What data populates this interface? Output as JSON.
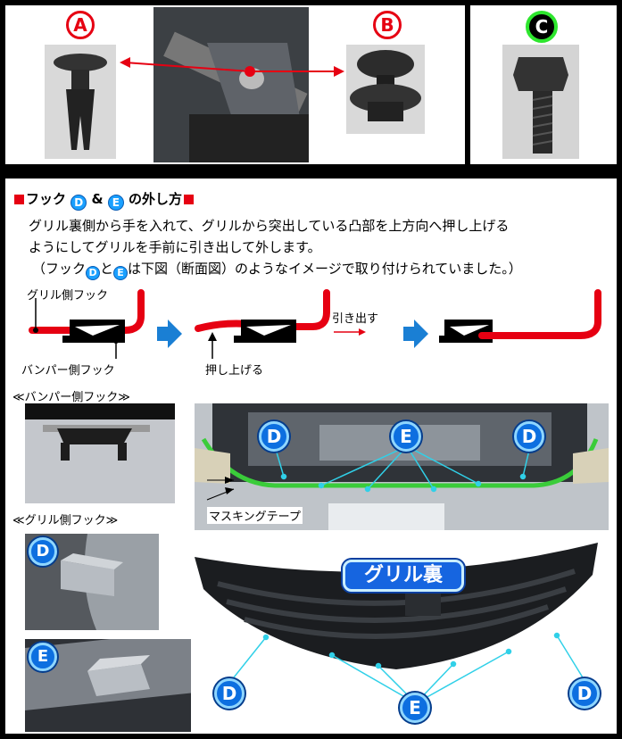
{
  "top": {
    "label_a": "A",
    "label_b": "B",
    "label_c": "C"
  },
  "section": {
    "heading_prefix": "フック",
    "heading_and": "&",
    "heading_suffix": "の外し方",
    "hook_d": "D",
    "hook_e": "E",
    "line1": "グリル裏側から手を入れて、グリルから突出している凸部を上方向へ押し上げる",
    "line2": "ようにしてグリルを手前に引き出して外します。",
    "line3_prefix": "（フック",
    "line3_mid": "と",
    "line3_suffix": "は下図（断面図）のようなイメージで取り付けられていました。）"
  },
  "diagram": {
    "grille_hook": "グリル側フック",
    "bumper_hook": "バンパー側フック",
    "push_up": "押し上げる",
    "pull_out": "引き出す"
  },
  "photos": {
    "bumper_caption": "≪バンパー側フック≫",
    "grille_caption": "≪グリル側フック≫",
    "masking_tape": "マスキングテープ",
    "grille_back": "グリル裏"
  },
  "colors": {
    "red": "#e60012",
    "blue_badge": "#1aa0ff",
    "green": "#2ee62e",
    "cyan_line": "#30d0e8"
  }
}
